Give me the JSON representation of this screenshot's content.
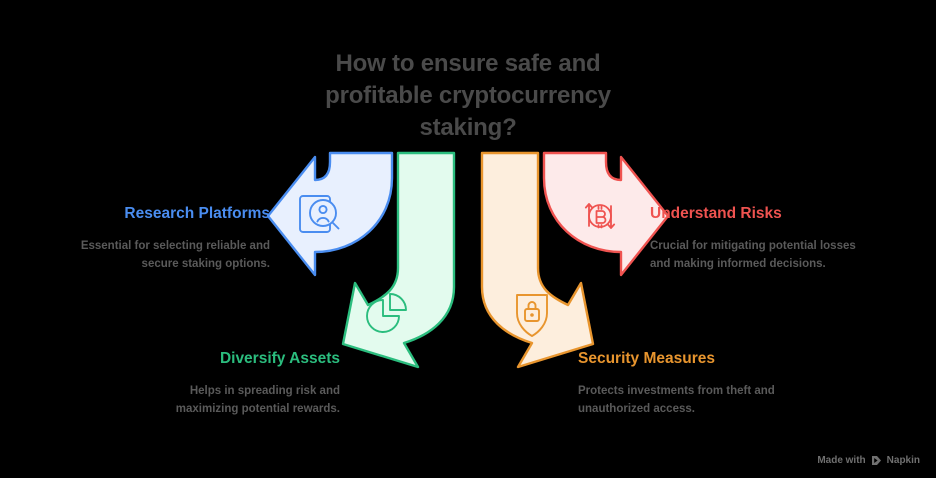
{
  "background_color": "#000000",
  "title": {
    "lines": [
      "How to ensure safe and",
      "profitable cryptocurrency",
      "staking?"
    ],
    "color": "#4a4a4a"
  },
  "nodes": [
    {
      "id": "research-platforms",
      "label": "Research Platforms",
      "description_lines": [
        "Essential for selecting reliable and",
        "secure staking options."
      ],
      "color": "#4a8df0",
      "fill": "#e8f0fe",
      "icon": "document-person-search-icon",
      "arrow_direction": "left",
      "position": "top-left"
    },
    {
      "id": "diversify-assets",
      "label": "Diversify Assets",
      "description_lines": [
        "Helps in spreading risk and",
        "maximizing potential rewards."
      ],
      "color": "#2bbd7e",
      "fill": "#e3fbee",
      "icon": "pie-chart-icon",
      "arrow_direction": "down-left",
      "position": "bottom-left"
    },
    {
      "id": "security-measures",
      "label": "Security Measures",
      "description_lines": [
        "Protects investments from theft and",
        "unauthorized access."
      ],
      "color": "#e8952e",
      "fill": "#fdeedd",
      "icon": "shield-lock-icon",
      "arrow_direction": "down-right",
      "position": "bottom-right"
    },
    {
      "id": "understand-risks",
      "label": "Understand Risks",
      "description_lines": [
        "Crucial for mitigating potential losses",
        "and making informed decisions."
      ],
      "color": "#ef5350",
      "fill": "#fdeaea",
      "icon": "bitcoin-volatility-icon",
      "arrow_direction": "right",
      "position": "top-right"
    }
  ],
  "watermark": {
    "text": "Made with",
    "brand": "Napkin",
    "color": "#707070"
  }
}
